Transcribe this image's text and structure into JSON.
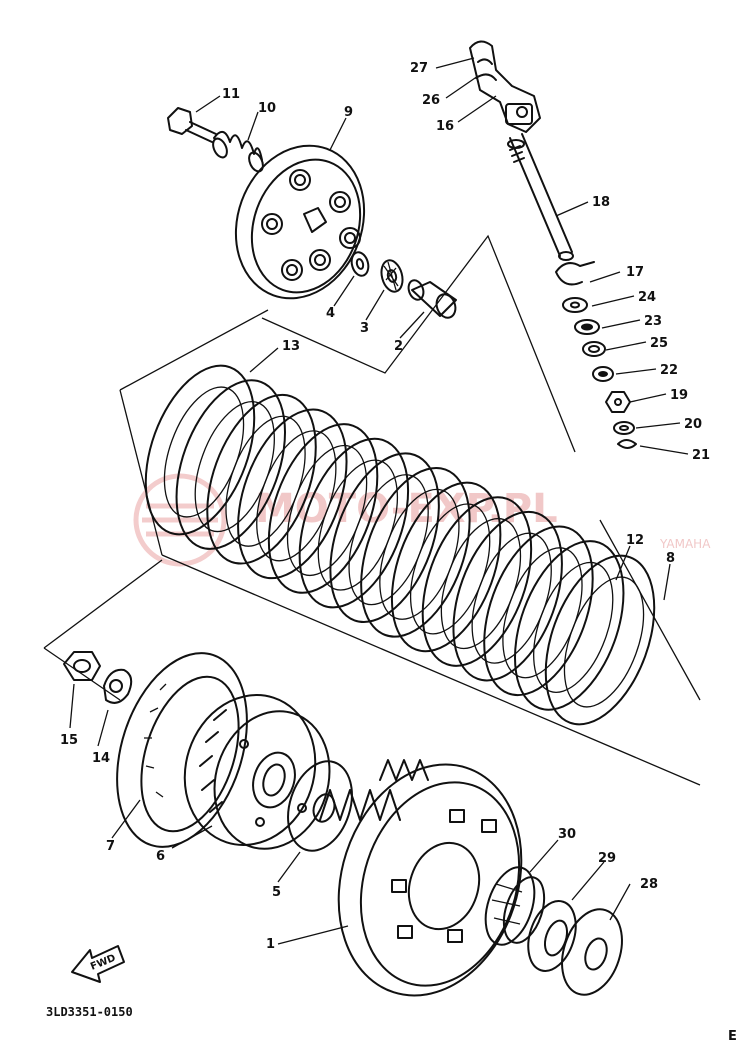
{
  "diagram_code": "3LD3351-0150",
  "fwd_label": "FWD",
  "corner_mark": "E",
  "watermark": {
    "text": "MOTO-EXP.PL",
    "subtext": "YAMAHA"
  },
  "callouts": [
    {
      "id": "c27",
      "label": "27"
    },
    {
      "id": "c26",
      "label": "26"
    },
    {
      "id": "c16",
      "label": "16"
    },
    {
      "id": "c11",
      "label": "11"
    },
    {
      "id": "c10",
      "label": "10"
    },
    {
      "id": "c9",
      "label": "9"
    },
    {
      "id": "c18",
      "label": "18"
    },
    {
      "id": "c17",
      "label": "17"
    },
    {
      "id": "c24",
      "label": "24"
    },
    {
      "id": "c23",
      "label": "23"
    },
    {
      "id": "c25",
      "label": "25"
    },
    {
      "id": "c22",
      "label": "22"
    },
    {
      "id": "c19",
      "label": "19"
    },
    {
      "id": "c20",
      "label": "20"
    },
    {
      "id": "c21",
      "label": "21"
    },
    {
      "id": "c4",
      "label": "4"
    },
    {
      "id": "c3",
      "label": "3"
    },
    {
      "id": "c2",
      "label": "2"
    },
    {
      "id": "c13",
      "label": "13"
    },
    {
      "id": "c12",
      "label": "12"
    },
    {
      "id": "c8",
      "label": "8"
    },
    {
      "id": "c15",
      "label": "15"
    },
    {
      "id": "c14",
      "label": "14"
    },
    {
      "id": "c7",
      "label": "7"
    },
    {
      "id": "c6",
      "label": "6"
    },
    {
      "id": "c5",
      "label": "5"
    },
    {
      "id": "c30",
      "label": "30"
    },
    {
      "id": "c29",
      "label": "29"
    },
    {
      "id": "c28",
      "label": "28"
    },
    {
      "id": "c1",
      "label": "1"
    }
  ]
}
